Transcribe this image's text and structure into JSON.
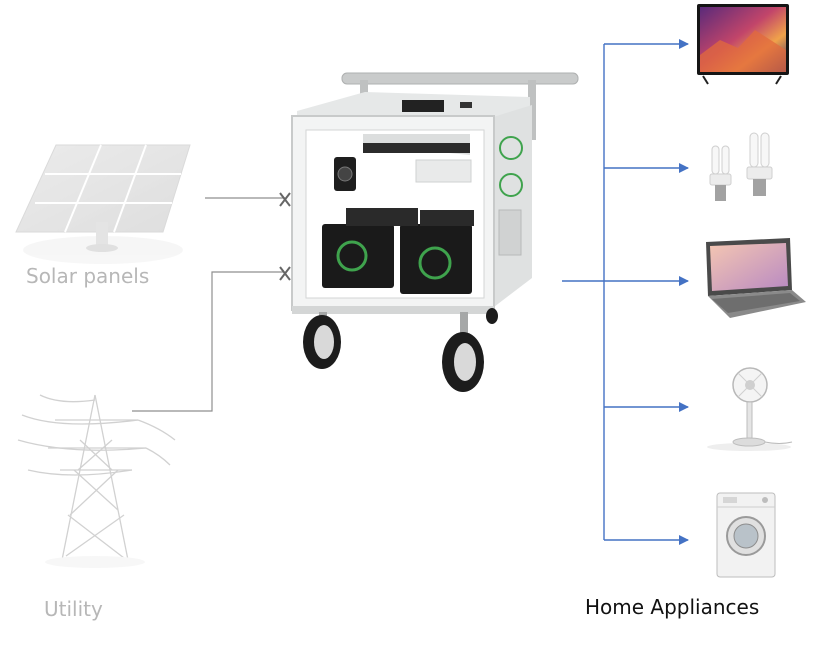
{
  "labels": {
    "solar": "Solar panels",
    "utility": "Utility",
    "home": "Home Appliances"
  },
  "colors": {
    "faded_label": "#b7b7b7",
    "dark_label": "#111111",
    "arrow_blue": "#4472c4",
    "input_line": "#8f8f8f",
    "battery_green": "#3fa34d"
  },
  "icons": {
    "source_1": "solar-panel-icon",
    "source_2": "power-pylon-icon",
    "center": "battery-cart-icon",
    "appliance_1": "television-icon",
    "appliance_2": "light-bulbs-icon",
    "appliance_3": "laptop-icon",
    "appliance_4": "standing-fan-icon",
    "appliance_5": "washing-machine-icon"
  }
}
